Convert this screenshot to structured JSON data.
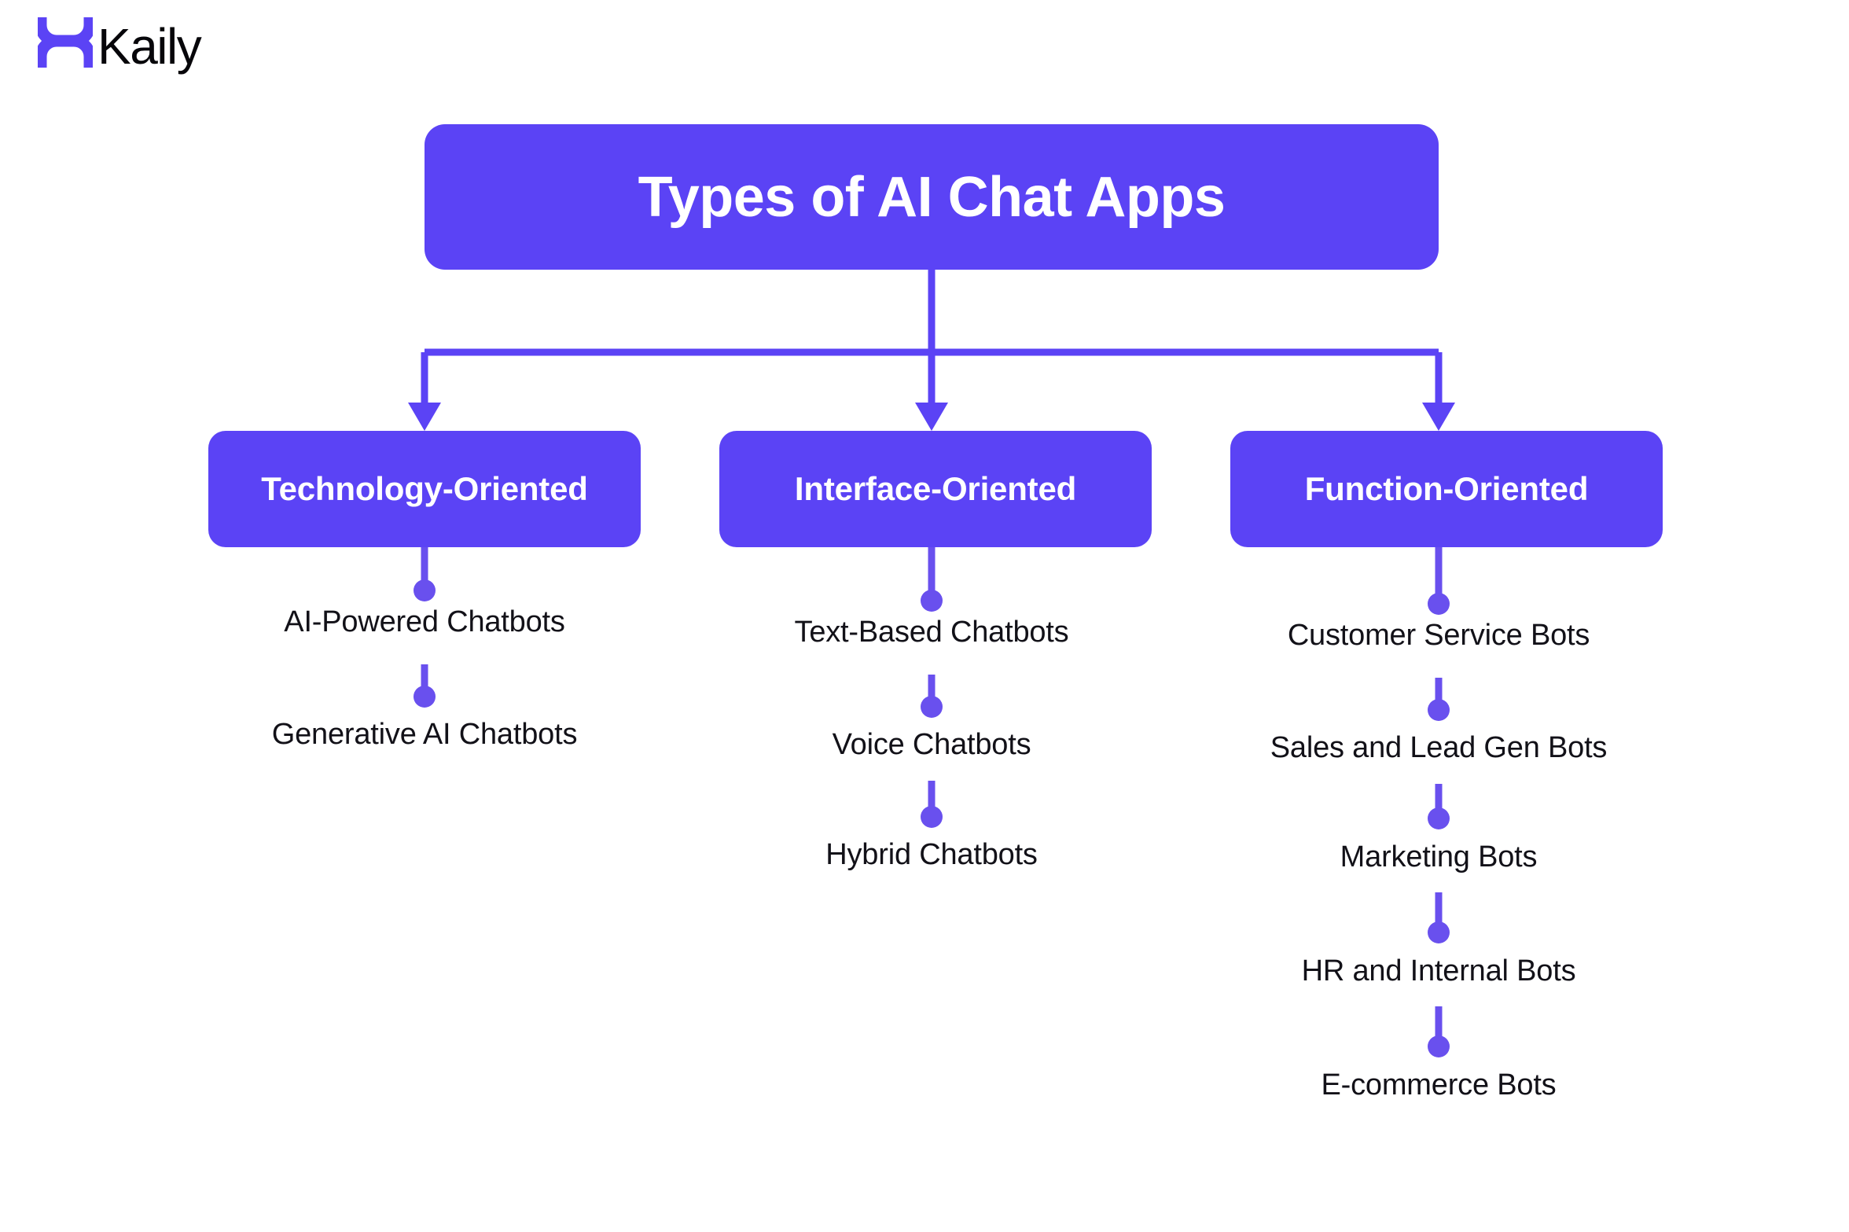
{
  "brand": {
    "name": "Kaily",
    "logo_icon": "kaily-x-mark-icon",
    "mark_color": "#5b43f5",
    "text_color": "#07060a"
  },
  "theme": {
    "background": "#ffffff",
    "node_fill": "#5b43f5",
    "node_text": "#ffffff",
    "connector": "#5b43f5",
    "dot": "#6950ee",
    "leaf_text": "#121118"
  },
  "diagram": {
    "type": "tree",
    "root": {
      "label": "Types of AI Chat Apps"
    },
    "branches": [
      {
        "label": "Technology-Oriented",
        "leaves": [
          "AI-Powered Chatbots",
          "Generative AI Chatbots"
        ]
      },
      {
        "label": "Interface-Oriented",
        "leaves": [
          "Text-Based Chatbots",
          "Voice Chatbots",
          "Hybrid Chatbots"
        ]
      },
      {
        "label": "Function-Oriented",
        "leaves": [
          "Customer Service Bots",
          "Sales and Lead Gen Bots",
          "Marketing Bots",
          "HR and Internal Bots",
          "E-commerce Bots"
        ]
      }
    ]
  }
}
